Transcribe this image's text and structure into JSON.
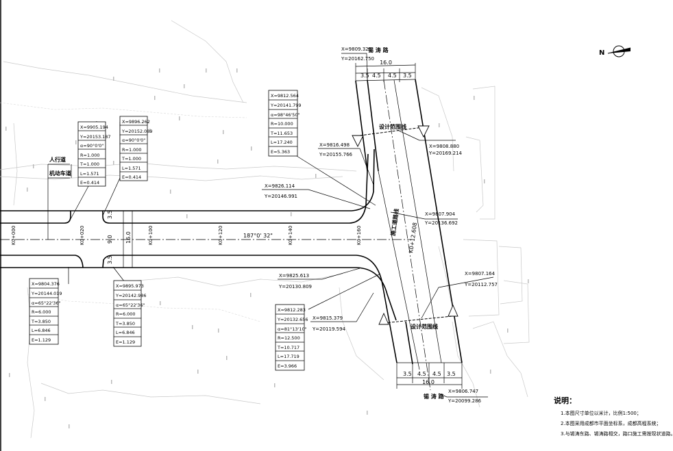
{
  "curve_tables": {
    "c1": [
      "X=9905.194",
      "Y=20153.187",
      "α=90°0'0\"",
      "R=1.000",
      "T=1.000",
      "L=1.571",
      "E=0.414"
    ],
    "c2": [
      "X=9896.262",
      "Y=20152.089",
      "α=90°0'0\"",
      "R=1.000",
      "T=1.000",
      "L=1.571",
      "E=0.414"
    ],
    "c3": [
      "X=9812.564",
      "Y=20141.799",
      "α=98°46'50\"",
      "R=10.000",
      "T=11.653",
      "L=17.240",
      "E=5.363"
    ],
    "c4": [
      "X=9804.376",
      "Y=20144.019",
      "α=65°22'36\"",
      "R=6.000",
      "T=3.850",
      "L=6.846",
      "E=1.129"
    ],
    "c5": [
      "X=9895.973",
      "Y=20142.986",
      "α=65°22'36\"",
      "R=6.000",
      "T=3.850",
      "L=6.846",
      "E=1.129"
    ],
    "c6": [
      "X=9812.283",
      "Y=20132.656",
      "α=81°13'10\"",
      "R=12.500",
      "T=10.717",
      "L=17.719",
      "E=3.966"
    ]
  },
  "coords": {
    "top_a": [
      "X=9809.329",
      "Y=20162.750"
    ],
    "top_b": [
      "X=9816.498",
      "Y=20155.766"
    ],
    "top_c": [
      "X=9808.880",
      "Y=20169.214"
    ],
    "mid_a": [
      "X=9826.114",
      "Y=20146.991"
    ],
    "mid_b": [
      "X=9807.904",
      "Y=20136.692"
    ],
    "low_a": [
      "X=9825.613",
      "Y=20130.809"
    ],
    "low_b": [
      "X=9815.379",
      "Y=20119.594"
    ],
    "low_c": [
      "X=9807.164",
      "Y=20112.757"
    ],
    "bot_a": [
      "X=9806.747",
      "Y=20099.286"
    ]
  },
  "labels": {
    "sidewalk": "人行道",
    "nonmotor": "机动车道",
    "road_top": "锡 涛 路",
    "road_bottom": "锡 涛 路",
    "design_boundary_top": "设计范围线",
    "design_boundary_bottom": "设计范围线",
    "construction_center": "施工道路线",
    "bearing": "187°0' 32\"",
    "k_main": "K0+12.608"
  },
  "chainage": [
    "K0+000",
    "K0+020",
    "K0+100",
    "K0+120",
    "K0+140",
    "K0+160"
  ],
  "dims": {
    "top_total": "16.0",
    "top_parts": [
      "3.5",
      "4.5",
      "4.5",
      "3.5"
    ],
    "bottom_total": "16.0",
    "bottom_parts": [
      "3.5",
      "4.5",
      "4.5",
      "3.5"
    ],
    "road_width_9": "9.0",
    "road_width_16": "16.0",
    "side_upper": "3.5",
    "side_lower": "3.5"
  },
  "notes": {
    "title": "说明：",
    "items": [
      "1.本图尺寸单位以米计，比例1:500；",
      "2.本图采用成都市平面坐标系，成都高程系统；",
      "3.与锡涛东路、锡涛路相交，路口施工需按现状道路。"
    ]
  }
}
